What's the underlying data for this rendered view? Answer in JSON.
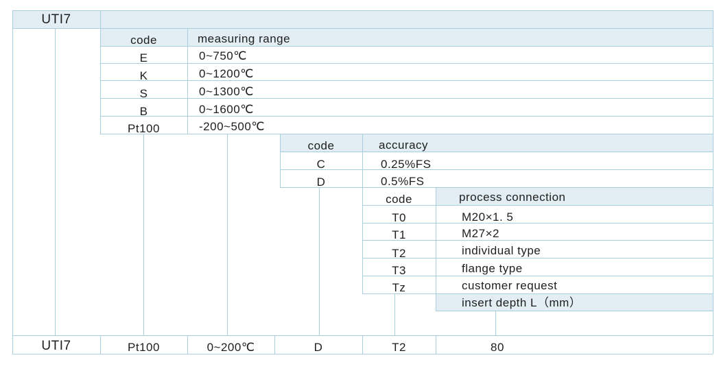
{
  "model": "UTI7",
  "range_table": {
    "code_header": "code",
    "value_header": "measuring range",
    "rows": [
      {
        "code": "E",
        "value": "0~750℃"
      },
      {
        "code": "K",
        "value": "0~1200℃"
      },
      {
        "code": "S",
        "value": "0~1300℃"
      },
      {
        "code": "B",
        "value": "0~1600℃"
      },
      {
        "code": "Pt100",
        "value": "-200~500℃"
      }
    ]
  },
  "accuracy_table": {
    "code_header": "code",
    "value_header": "accuracy",
    "rows": [
      {
        "code": "C",
        "value": "0.25%FS"
      },
      {
        "code": "D",
        "value": "0.5%FS"
      }
    ]
  },
  "connection_table": {
    "code_header": "code",
    "value_header": "process connection",
    "rows": [
      {
        "code": "T0",
        "value": "M20×1. 5"
      },
      {
        "code": "T1",
        "value": "M27×2"
      },
      {
        "code": "T2",
        "value": "individual type"
      },
      {
        "code": "T3",
        "value": "flange type"
      },
      {
        "code": "Tz",
        "value": "customer request"
      }
    ]
  },
  "insert_depth_label": "insert depth L（mm）",
  "example": {
    "model": "UTI7",
    "sensor": "Pt100",
    "range": "0~200℃",
    "accuracy": "D",
    "connection": "T2",
    "depth": "80"
  },
  "colors": {
    "line": "#a9cfdd",
    "header_fill": "#e2eef4",
    "text": "#1e1e1e"
  }
}
